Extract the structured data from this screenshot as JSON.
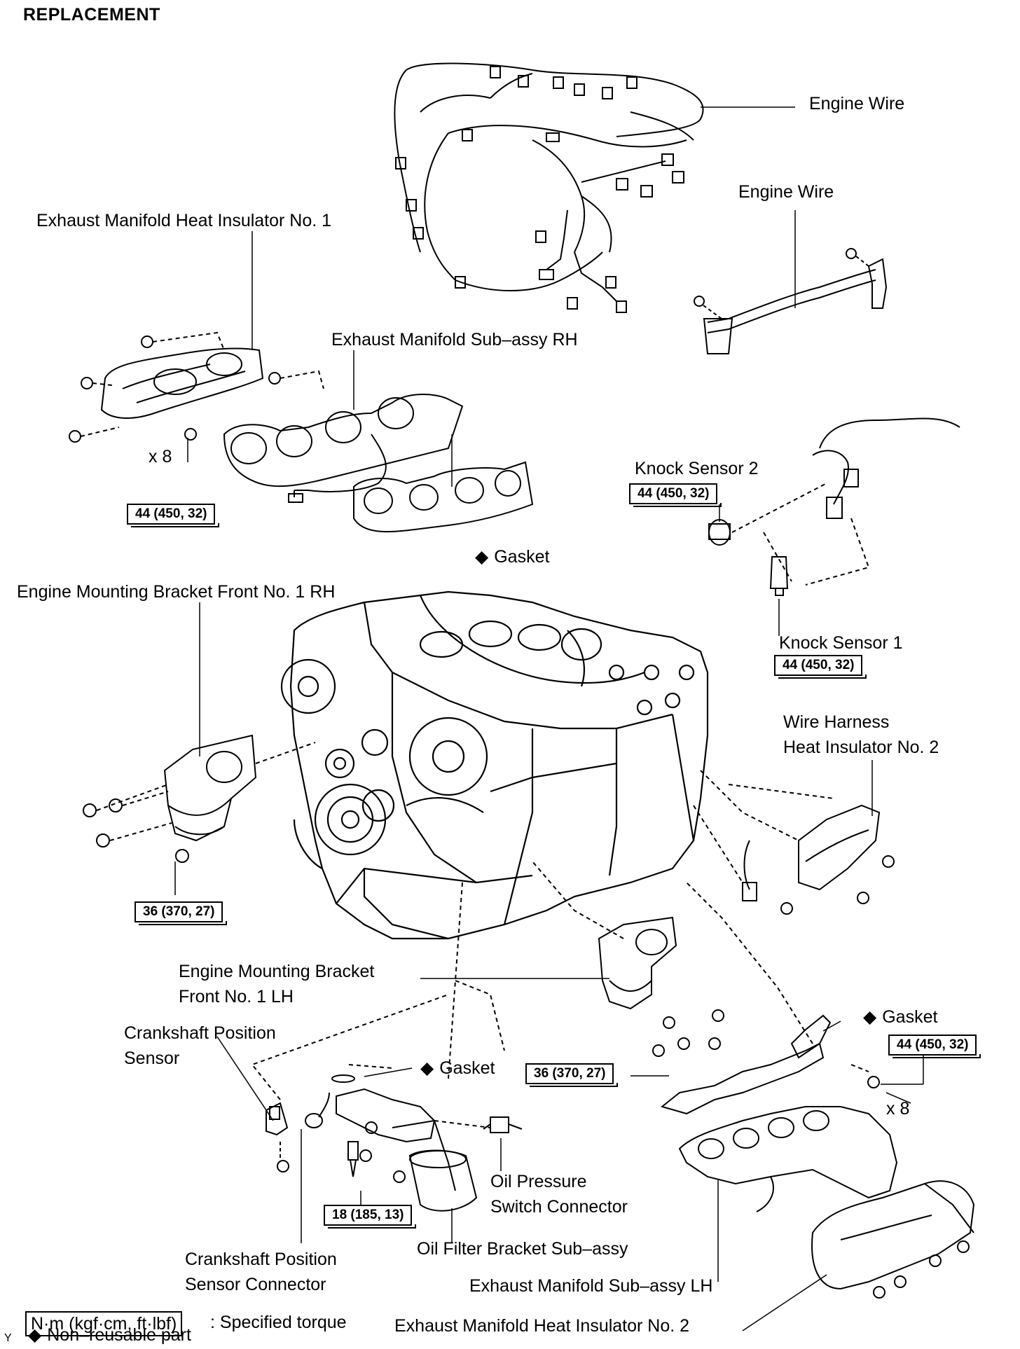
{
  "title": "REPLACEMENT",
  "labels": {
    "engine_wire_top": "Engine Wire",
    "engine_wire_side": "Engine Wire",
    "exh_heat_ins_1": "Exhaust Manifold Heat Insulator No. 1",
    "exh_manifold_rh": "Exhaust Manifold Sub–assy RH",
    "x8_rh": "x 8",
    "gasket_rh": "Gasket",
    "knock_sensor_2": "Knock Sensor 2",
    "knock_sensor_1": "Knock Sensor 1",
    "mount_bracket_rh": "Engine Mounting Bracket Front No. 1 RH",
    "wire_harness_ins_line1": "Wire Harness",
    "wire_harness_ins_line2": "Heat Insulator No. 2",
    "mount_bracket_lh_line1": "Engine Mounting Bracket",
    "mount_bracket_lh_line2": "Front No. 1 LH",
    "gasket_lh": "Gasket",
    "crank_sensor_line1": "Crankshaft Position",
    "crank_sensor_line2": "Sensor",
    "gasket_oil": "Gasket",
    "x8_lh": "x 8",
    "oil_pressure_line1": "Oil Pressure",
    "oil_pressure_line2": "Switch Connector",
    "crank_connector_line1": "Crankshaft Position",
    "crank_connector_line2": "Sensor Connector",
    "oil_filter_bracket": "Oil Filter Bracket Sub–assy",
    "exh_manifold_lh": "Exhaust Manifold Sub–assy LH",
    "exh_heat_ins_2": "Exhaust Manifold Heat Insulator No. 2"
  },
  "torques": {
    "rh_manifold": "44 (450, 32)",
    "knock_2": "44 (450, 32)",
    "knock_1": "44 (450, 32)",
    "bracket_rh": "36 (370, 27)",
    "bracket_lh": "36 (370, 27)",
    "lh_manifold": "44 (450, 32)",
    "oil_filter": "18 (185, 13)"
  },
  "legend": {
    "torque_unit": "N·m (kgf·cm, ft·lbf)",
    "torque_desc": ": Specified torque",
    "nonreusable": "Non–reusable part"
  },
  "corner_mark": "Y"
}
